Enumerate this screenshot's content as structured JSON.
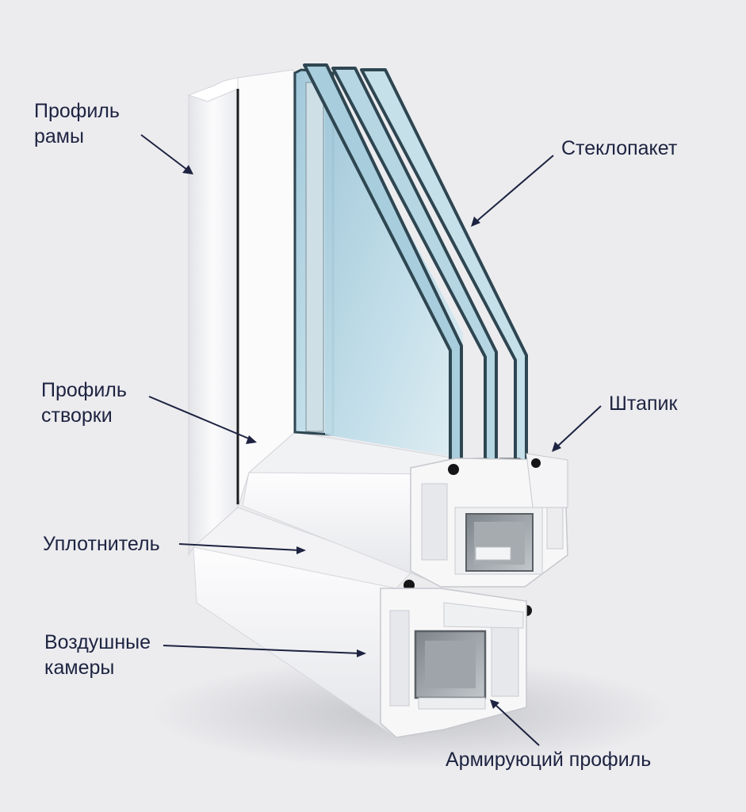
{
  "labels": {
    "frame_profile": {
      "line1": "Профиль",
      "line2": "рамы"
    },
    "glass_unit": "Стеклопакет",
    "sash_profile": {
      "line1": "Профиль",
      "line2": "створки"
    },
    "glazing_bead": "Штапик",
    "seal": "Уплотнитель",
    "air_chambers": {
      "line1": "Воздушные",
      "line2": "камеры"
    },
    "reinforcement": "Армируюций профиль"
  },
  "colors": {
    "background": "#ececef",
    "text": "#1d2340",
    "pvc": "#f7f7f8",
    "glass": "#bcd9e6",
    "glass_edge": "#2e4651",
    "seal": "#151517",
    "steel": "#9ba1a6"
  }
}
